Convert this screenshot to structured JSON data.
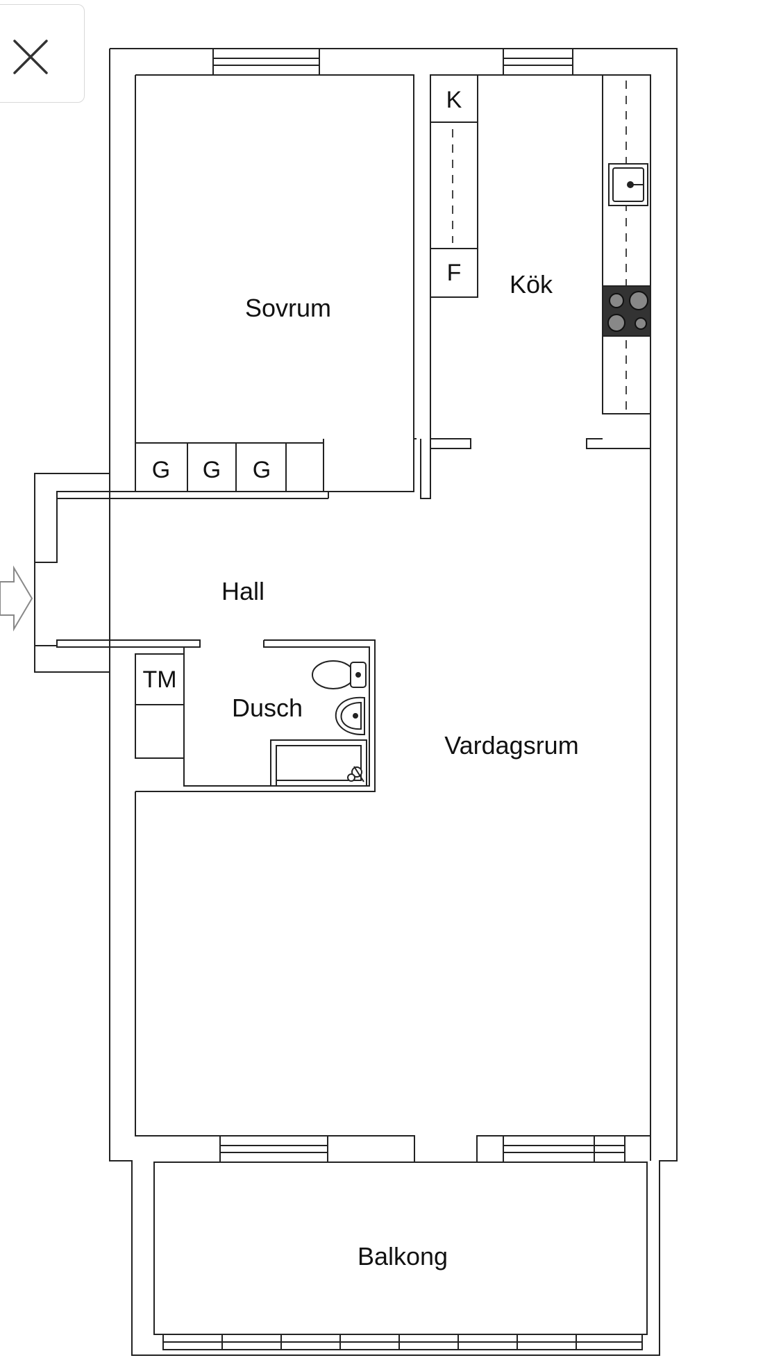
{
  "toolbar": {
    "close_icon": "close-icon"
  },
  "plan": {
    "rooms": {
      "sovrum": "Sovrum",
      "kok": "Kök",
      "hall": "Hall",
      "dusch": "Dusch",
      "vardagsrum": "Vardagsrum",
      "balkong": "Balkong"
    },
    "fixtures": {
      "k": "K",
      "f": "F",
      "g1": "G",
      "g2": "G",
      "g3": "G",
      "tm": "TM"
    },
    "icons": {
      "entrance": "entrance-arrow-icon",
      "stove": "stove-icon",
      "sink": "sink-icon",
      "toilet": "toilet-icon",
      "washbasin": "washbasin-icon",
      "shower": "shower-icon"
    }
  }
}
